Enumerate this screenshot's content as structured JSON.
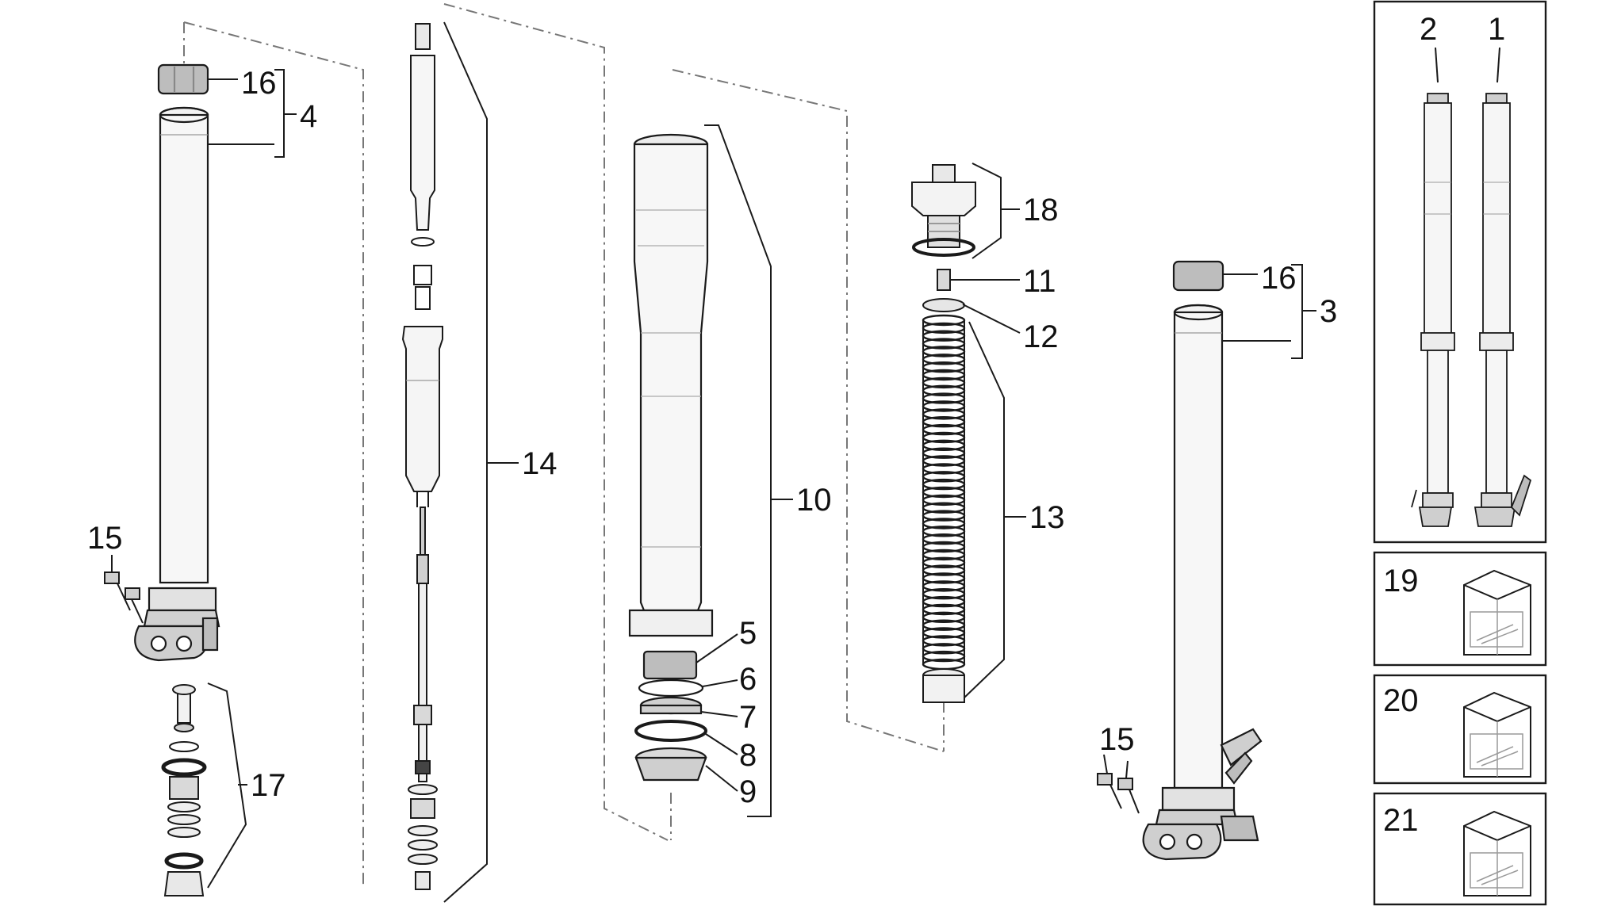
{
  "colors": {
    "background": "#ffffff",
    "line": "#1a1a1a",
    "part_fill": "#f7f7f7",
    "part_shade": "#d9d9d9",
    "nut_fill": "#bdbdbd",
    "dashed": "#777777"
  },
  "callouts": {
    "c1": "1",
    "c2": "2",
    "c3": "3",
    "c4": "4",
    "c5": "5",
    "c6": "6",
    "c7": "7",
    "c8": "8",
    "c9": "9",
    "c10": "10",
    "c11": "11",
    "c12": "12",
    "c13": "13",
    "c14": "14",
    "c15a": "15",
    "c15b": "15",
    "c16a": "16",
    "c16b": "16",
    "c17": "17",
    "c18": "18",
    "c19": "19",
    "c20": "20",
    "c21": "21"
  },
  "icons": {
    "fork_assembly": "fork-leg-icon",
    "kit_box": "parts-kit-box-icon",
    "spring": "coil-spring-icon",
    "nut": "hex-nut-icon"
  }
}
